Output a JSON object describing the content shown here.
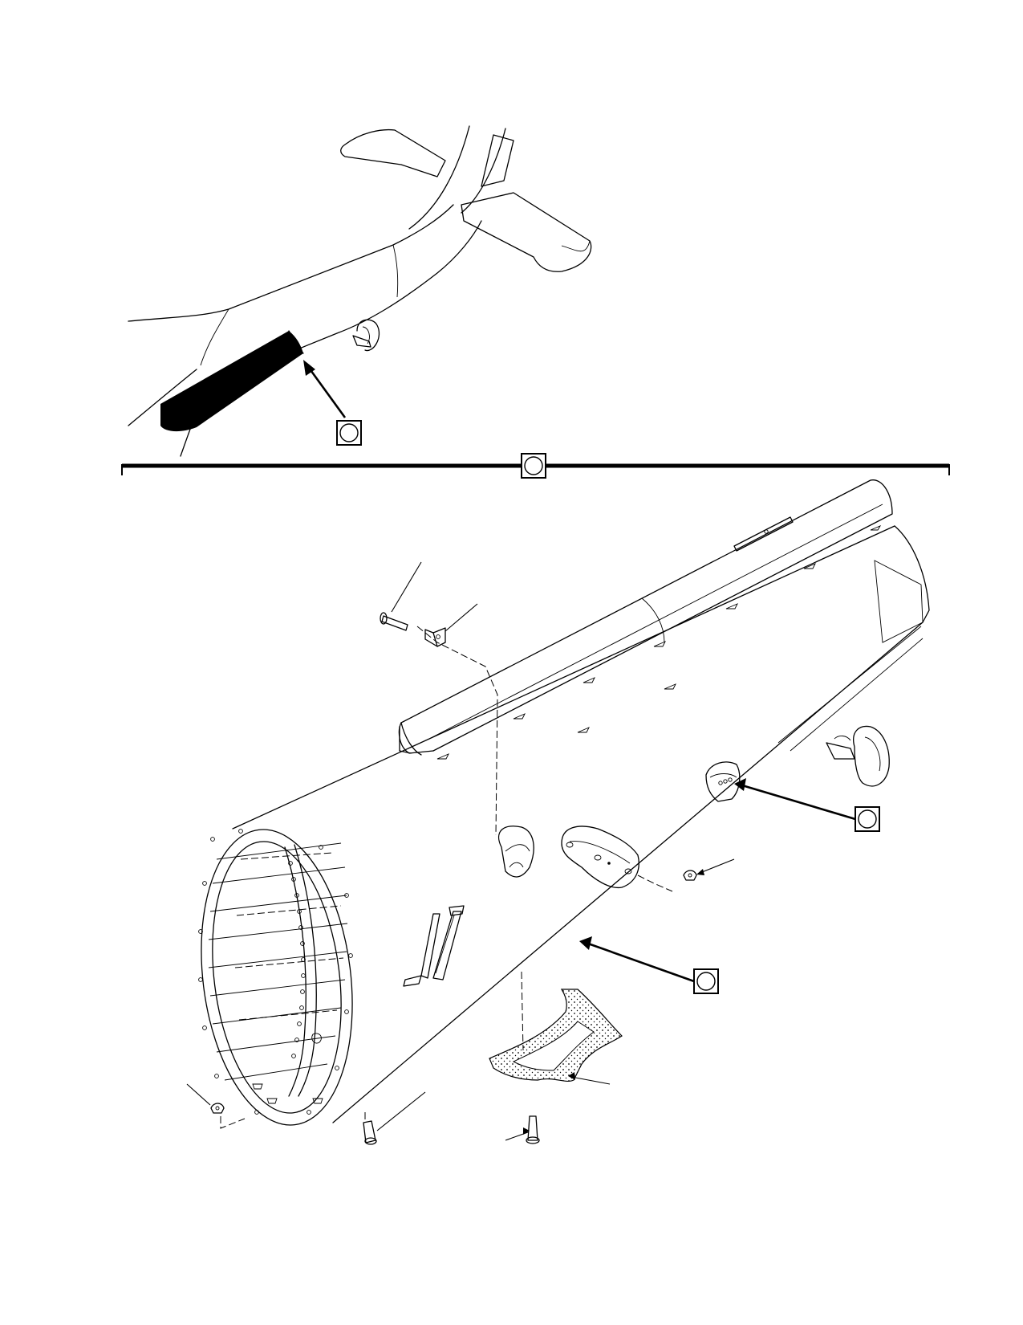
{
  "figure": {
    "background": "#ffffff",
    "ink": "#000000"
  },
  "callouts": {
    "locator": {
      "label": "",
      "icon": "circle-in-square"
    },
    "divider": {
      "label": "",
      "icon": "circle-in-square"
    },
    "upper_fairing": {
      "label": "",
      "icon": "circle-in-square"
    },
    "tailboom_panel": {
      "label": "",
      "icon": "circle-in-square"
    }
  }
}
